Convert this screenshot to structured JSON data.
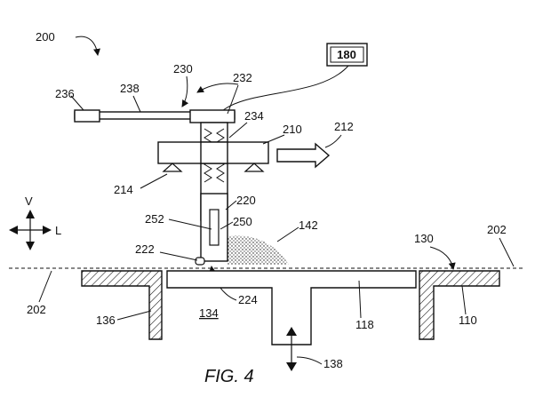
{
  "figure": {
    "caption": "FIG. 4",
    "box_label": "180",
    "direction_v": "V",
    "direction_l": "L",
    "refs": {
      "r200": "200",
      "r230": "230",
      "r232": "232",
      "r236": "236",
      "r238": "238",
      "r234": "234",
      "r210": "210",
      "r212": "212",
      "r214": "214",
      "r220": "220",
      "r252": "252",
      "r250": "250",
      "r142": "142",
      "r222": "222",
      "r224": "224",
      "r130": "130",
      "r202_left": "202",
      "r202_right": "202",
      "r136": "136",
      "r134": "134",
      "r118": "118",
      "r110": "110",
      "r138": "138"
    }
  }
}
